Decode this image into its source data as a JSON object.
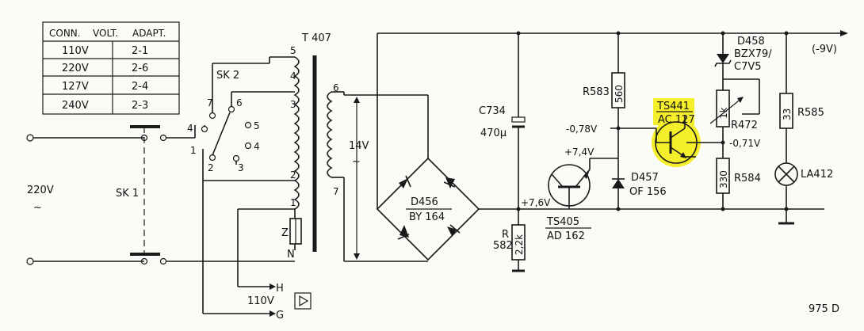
{
  "table": {
    "headers": [
      "CONN.",
      "VOLT.",
      "ADAPT."
    ],
    "rows": [
      {
        "volt": "110V",
        "adapt": "2-1"
      },
      {
        "volt": "220V",
        "adapt": "2-6"
      },
      {
        "volt": "127V",
        "adapt": "2-4"
      },
      {
        "volt": "240V",
        "adapt": "2-3"
      }
    ]
  },
  "labels": {
    "t407": "T 407",
    "sk2": "SK 2",
    "sk1": "SK 1",
    "mains_voltage": "220V",
    "ac_symbol": "~",
    "sec_voltage": "14V",
    "sec_ac": "~",
    "d456_a": "D456",
    "d456_b": "BY 164",
    "c734_a": "C734",
    "c734_b": "470µ",
    "r582_a": "R",
    "r582_b": "582",
    "r582_val": "2,2k",
    "ts405_a": "TS405",
    "ts405_b": "AD 162",
    "v_base405": "+7,6V",
    "v_emit405": "+7,4V",
    "r583": "R583",
    "r583_val": "560",
    "v_m078": "-0,78V",
    "d457_a": "D457",
    "d457_b": "OF 156",
    "ts441_a": "TS441",
    "ts441_b": "AC 127",
    "v_m071": "-0,71V",
    "d458_a": "D458",
    "d458_b": "BZX79/",
    "d458_c": "C7V5",
    "r472": "R472",
    "r472_val": "1k",
    "r584": "R584",
    "r584_val": "330",
    "r585": "R585",
    "r585_val": "33",
    "la412": "LA412",
    "out_v": "(-9V)",
    "tap5": "5",
    "tap4": "4",
    "tap3": "3",
    "tap2": "2",
    "tap1": "1",
    "sw7": "7",
    "sw6": "6",
    "sw5": "5",
    "sw4": "4",
    "sw3": "3",
    "sw2": "2",
    "sw1": "1",
    "sw4l": "4",
    "sec6": "6",
    "sec7": "7",
    "z": "Z",
    "n": "N",
    "h": "H",
    "g": "G",
    "v110": "110V",
    "fig": "975 D"
  },
  "colors": {
    "highlight": "#f5ee2a",
    "ink": "#1a1a1a",
    "paper": "#fbfbf8"
  }
}
